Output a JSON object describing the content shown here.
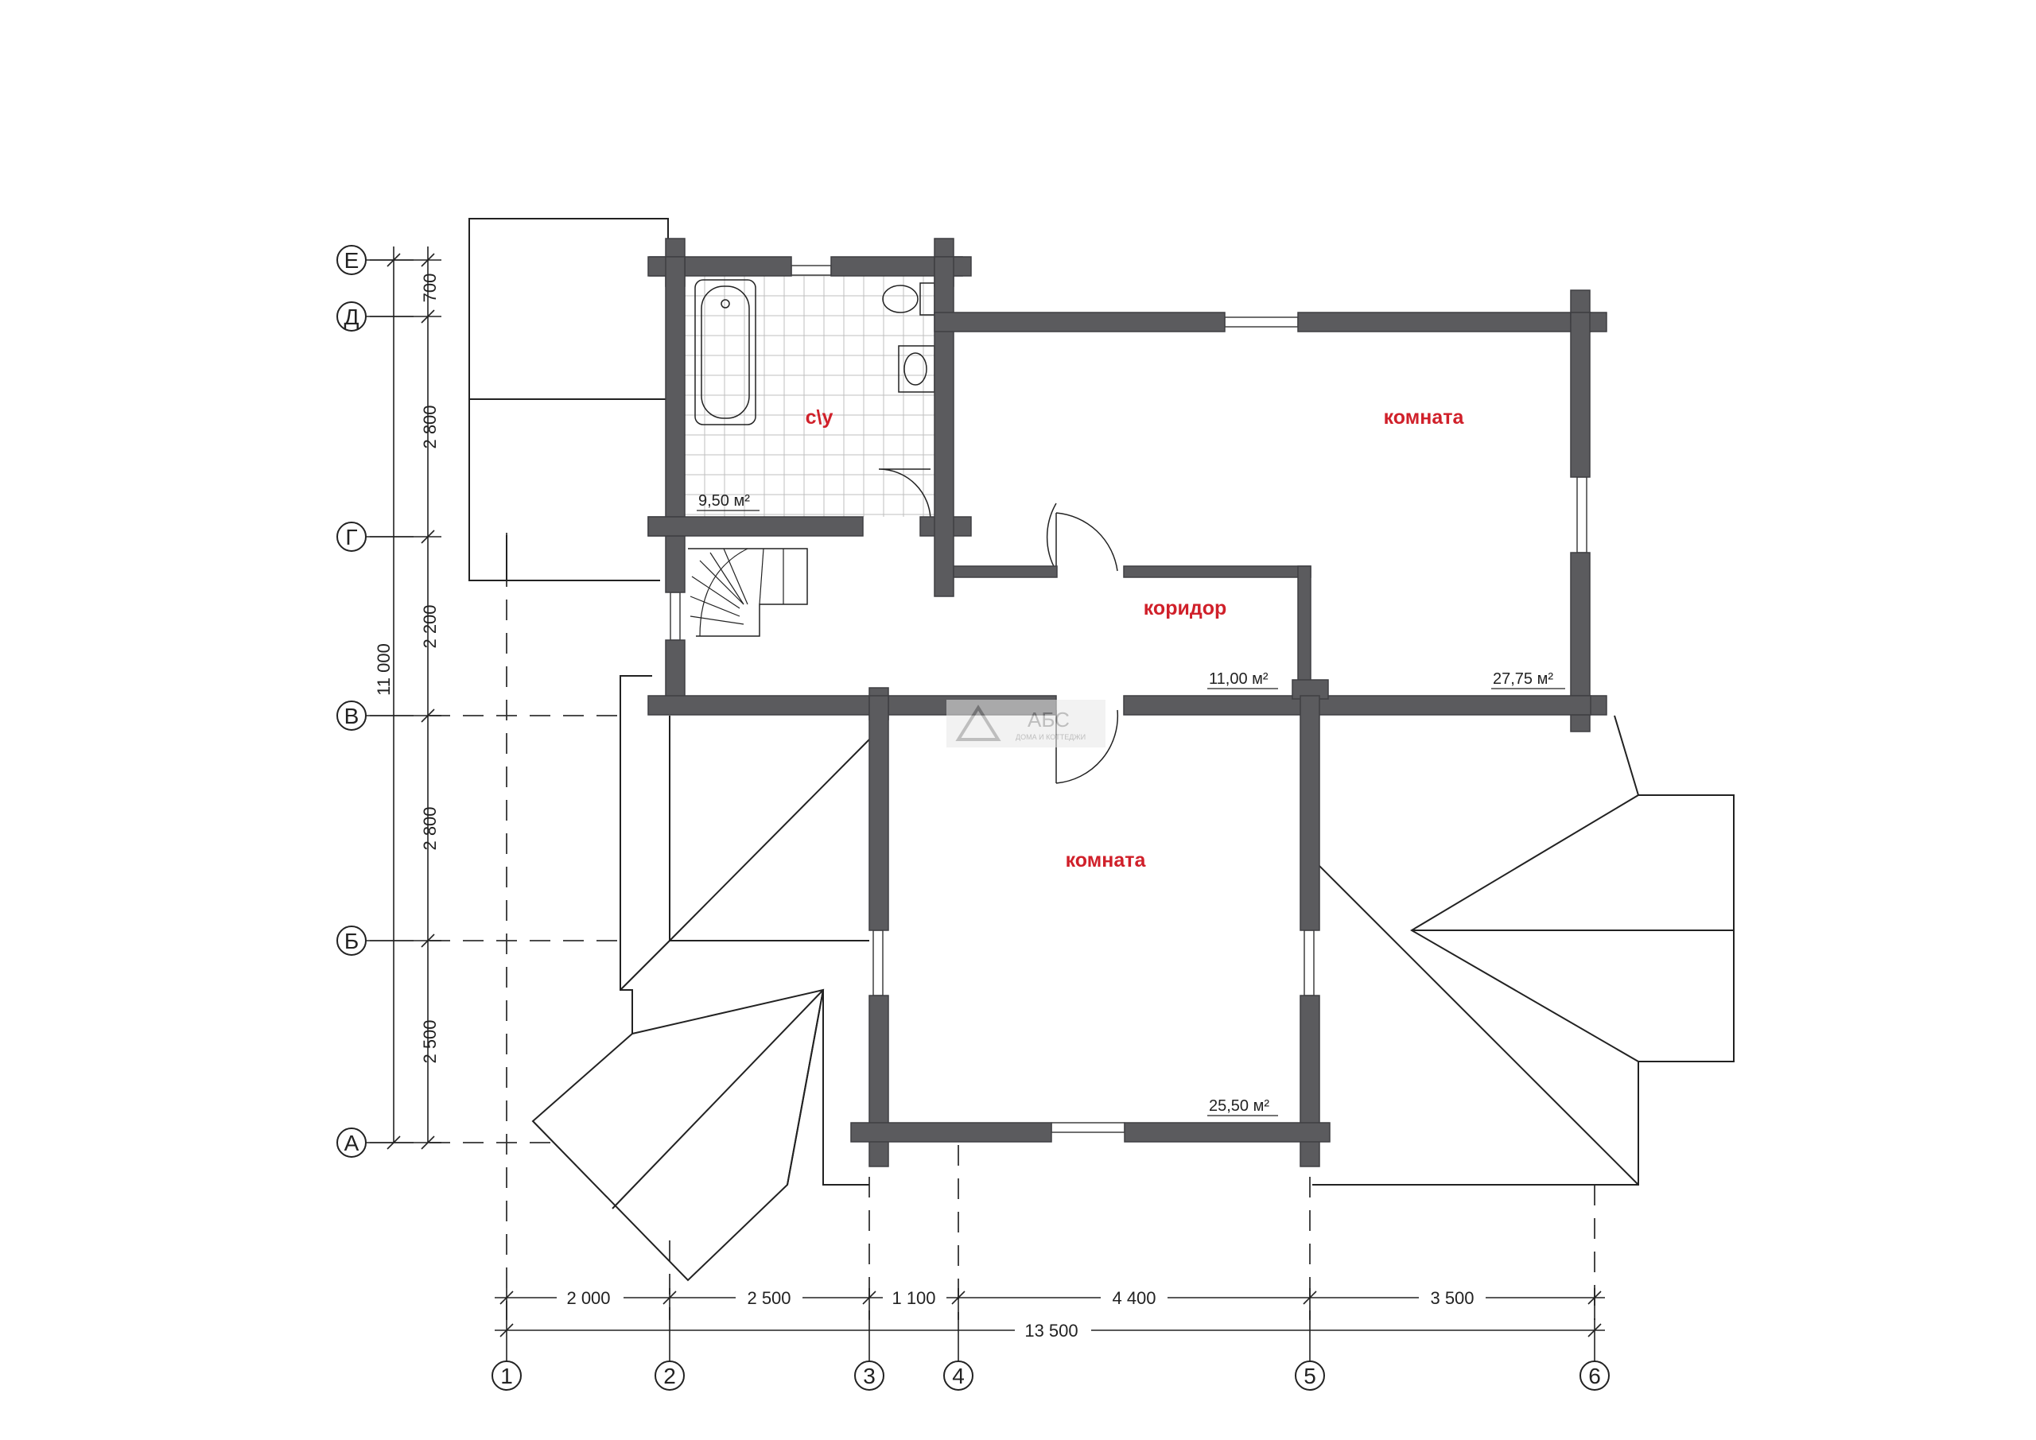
{
  "rooms": {
    "bathroom": {
      "label": "с\\у",
      "area": "9,50 м²"
    },
    "room_top": {
      "label": "комната",
      "area": "27,75 м²"
    },
    "corridor": {
      "label": "коридор",
      "area": "11,00 м²"
    },
    "room_bottom": {
      "label": "комната",
      "area": "25,50 м²"
    }
  },
  "axes": {
    "rows": [
      "Е",
      "Д",
      "Г",
      "В",
      "Б",
      "А"
    ],
    "cols": [
      "1",
      "2",
      "3",
      "4",
      "5",
      "6"
    ]
  },
  "dimensions": {
    "left_segments": [
      "700",
      "2 800",
      "2 200",
      "2 800",
      "2 500"
    ],
    "left_total": "11 000",
    "bottom_segments": [
      "2 000",
      "2 500",
      "1 100",
      "4 400",
      "3 500"
    ],
    "bottom_total": "13 500"
  },
  "watermark": {
    "brand": "АБС",
    "tagline": "ДОМА И КОТТЕДЖИ"
  },
  "colors": {
    "wall": "#5b5b5e",
    "room_label": "#d0202a"
  }
}
